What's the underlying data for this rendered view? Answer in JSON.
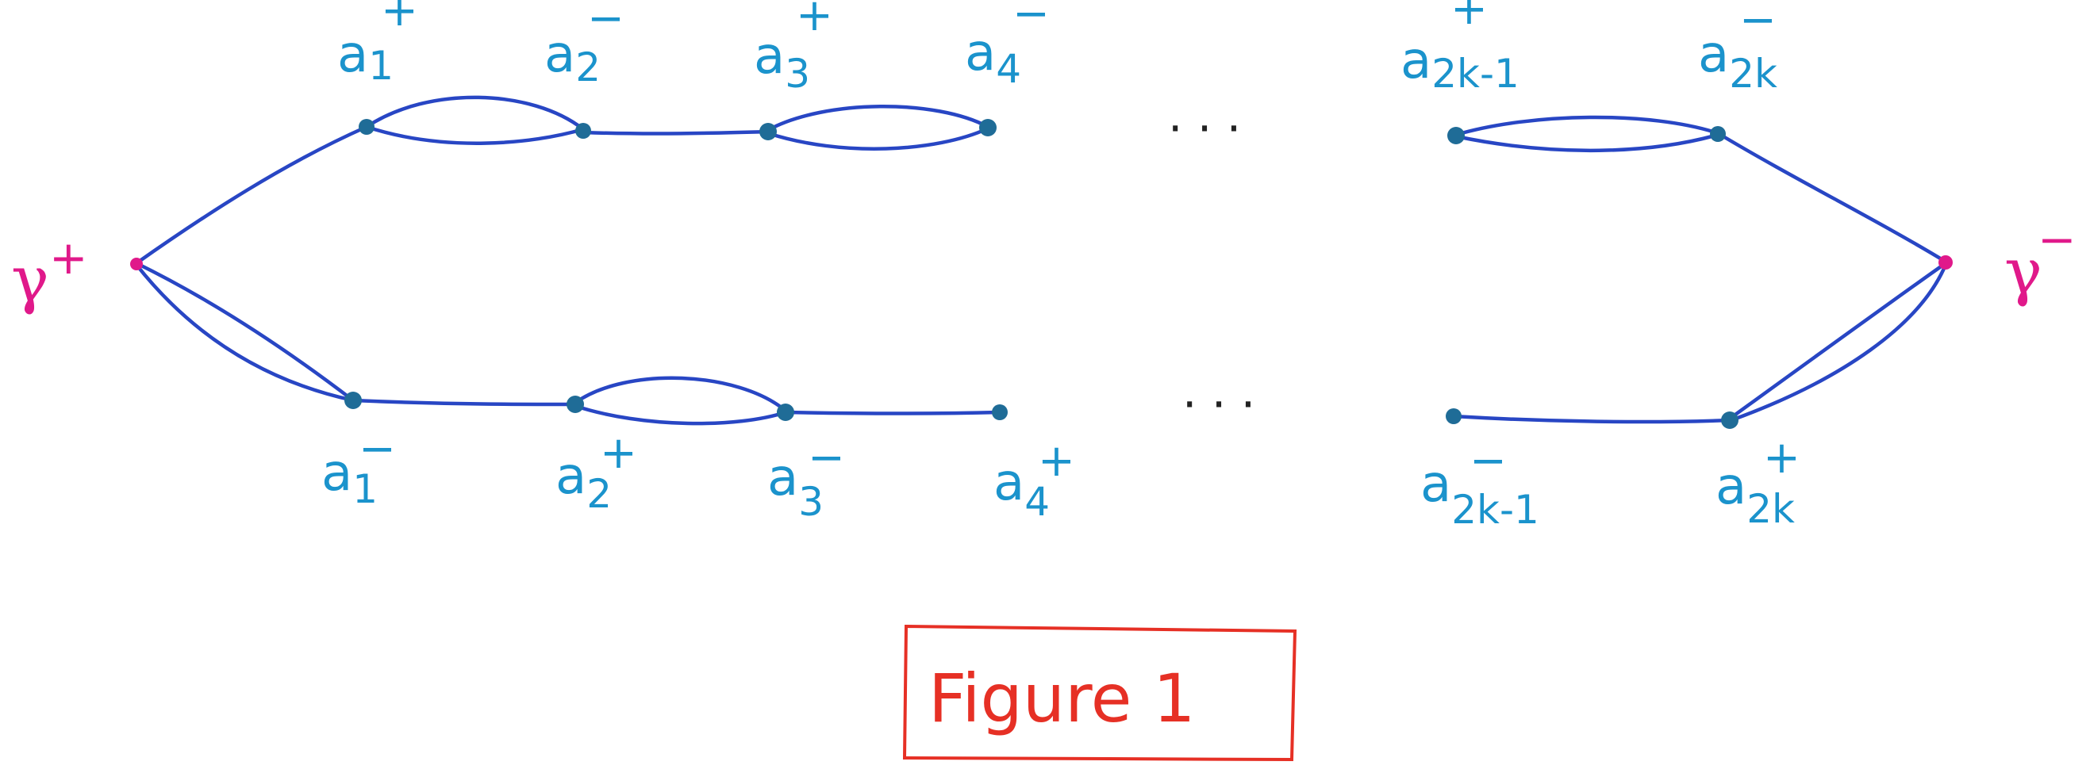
{
  "caption": "Figure 1",
  "ellipsis": "· · ·",
  "terminals": [
    {
      "id": "gamma-plus",
      "base": "γ",
      "sign": "+"
    },
    {
      "id": "gamma-minus",
      "base": "γ",
      "sign": "−"
    }
  ],
  "top_nodes": [
    {
      "id": "a1-top",
      "base": "a",
      "sub": "1",
      "sign": "+"
    },
    {
      "id": "a2-top",
      "base": "a",
      "sub": "2",
      "sign": "−"
    },
    {
      "id": "a3-top",
      "base": "a",
      "sub": "3",
      "sign": "+"
    },
    {
      "id": "a4-top",
      "base": "a",
      "sub": "4",
      "sign": "−"
    },
    {
      "id": "a2k-1-top",
      "base": "a",
      "sub": "2k-1",
      "sign": "+"
    },
    {
      "id": "a2k-top",
      "base": "a",
      "sub": "2k",
      "sign": "−"
    }
  ],
  "bottom_nodes": [
    {
      "id": "a1-bot",
      "base": "a",
      "sub": "1",
      "sign": "−"
    },
    {
      "id": "a2-bot",
      "base": "a",
      "sub": "2",
      "sign": "+"
    },
    {
      "id": "a3-bot",
      "base": "a",
      "sub": "3",
      "sign": "−"
    },
    {
      "id": "a4-bot",
      "base": "a",
      "sub": "4",
      "sign": "+"
    },
    {
      "id": "a2k-1-bot",
      "base": "a",
      "sub": "2k-1",
      "sign": "−"
    },
    {
      "id": "a2k-bot",
      "base": "a",
      "sub": "2k",
      "sign": "+"
    }
  ],
  "colors": {
    "edge": "#2846c4",
    "node": "#1f6c97",
    "label": "#1b93cc",
    "terminal": "#e0198a",
    "caption": "#e63025"
  }
}
